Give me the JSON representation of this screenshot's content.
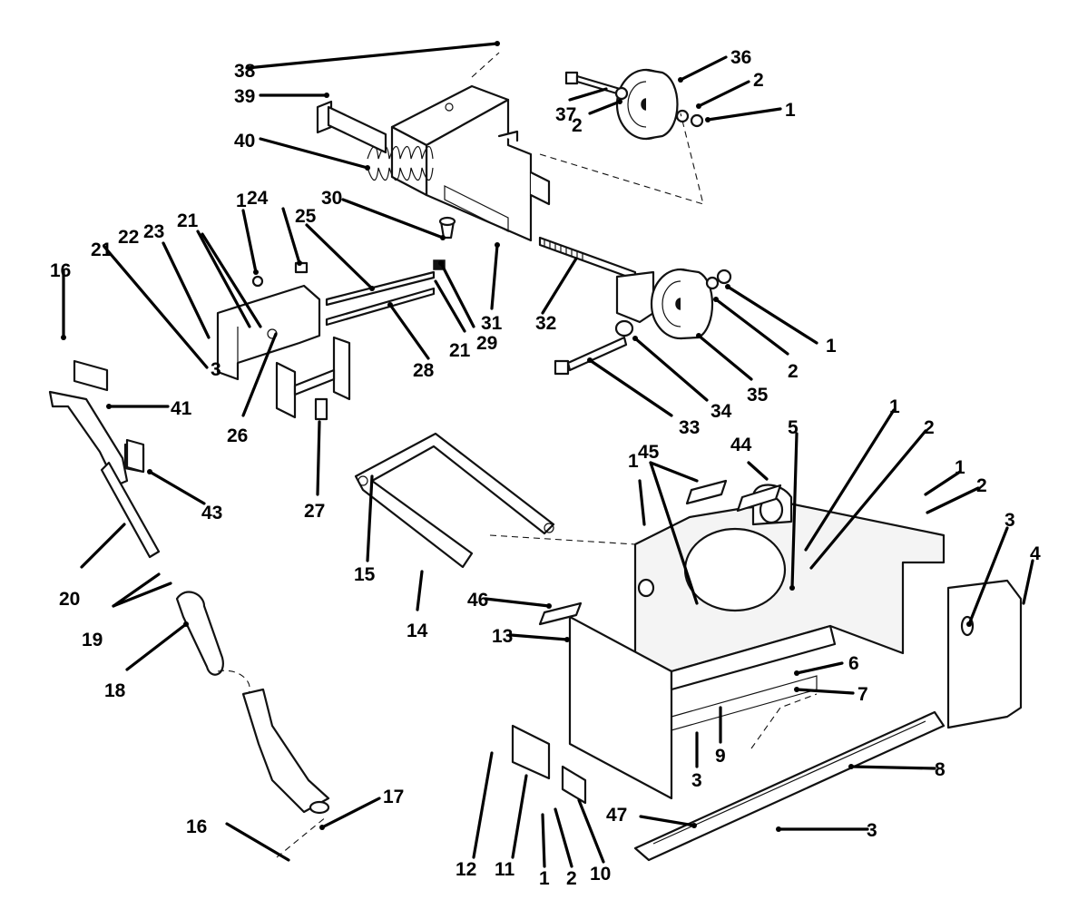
{
  "callouts": [
    "1",
    "2",
    "3",
    "4",
    "5",
    "6",
    "7",
    "8",
    "9",
    "10",
    "11",
    "12",
    "13",
    "14",
    "15",
    "16",
    "17",
    "18",
    "19",
    "20",
    "21",
    "22",
    "23",
    "24",
    "25",
    "26",
    "27",
    "28",
    "29",
    "30",
    "31",
    "32",
    "33",
    "34",
    "35",
    "36",
    "37",
    "38",
    "39",
    "40",
    "41",
    "43",
    "44",
    "45",
    "46",
    "47"
  ]
}
